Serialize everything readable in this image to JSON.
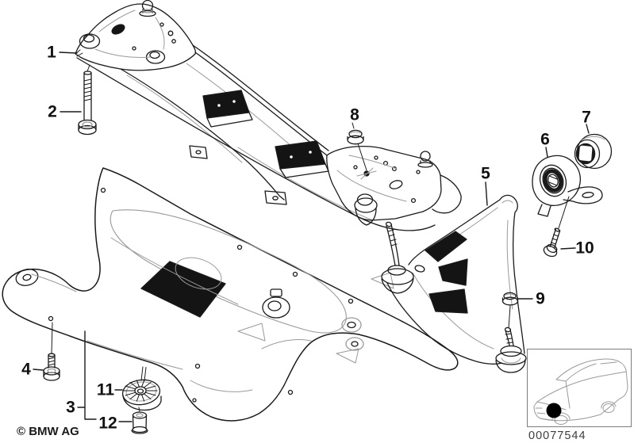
{
  "diagram": {
    "callouts": [
      {
        "label": "1"
      },
      {
        "label": "2"
      },
      {
        "label": "3"
      },
      {
        "label": "4"
      },
      {
        "label": "5"
      },
      {
        "label": "6"
      },
      {
        "label": "7"
      },
      {
        "label": "8"
      },
      {
        "label": "9"
      },
      {
        "label": "10"
      },
      {
        "label": "11"
      },
      {
        "label": "12"
      }
    ],
    "footer": {
      "copyright": "© BMW AG"
    },
    "thumbnail": {
      "part_number": "00077544",
      "location_dot_color": "#000000"
    },
    "colors": {
      "line": "#1a1a1a",
      "detail_gray": "#9a9a9a",
      "dark_fill": "#141414",
      "background": "#ffffff",
      "box_border": "#7d7d7d"
    }
  }
}
